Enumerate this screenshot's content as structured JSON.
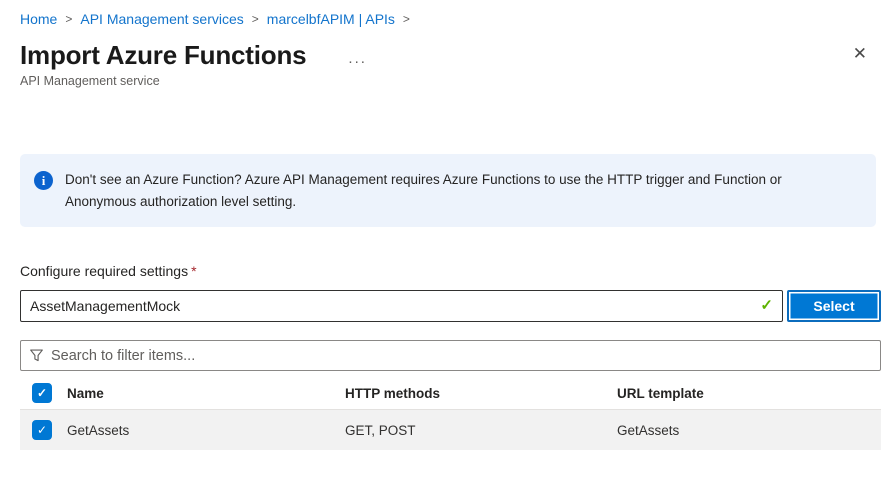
{
  "breadcrumb": {
    "separator": ">",
    "items": [
      {
        "label": "Home"
      },
      {
        "label": "API Management services"
      },
      {
        "label": "marcelbfAPIM | APIs"
      }
    ]
  },
  "header": {
    "title": "Import Azure Functions",
    "subtitle": "API Management service",
    "ellipsis": "...",
    "close_glyph": "✕"
  },
  "banner": {
    "icon_glyph": "i",
    "text": "Don't see an Azure Function? Azure API Management requires Azure Functions to use the HTTP trigger and Function or Anonymous authorization level setting."
  },
  "settings": {
    "label": "Configure required settings",
    "required_marker": "*",
    "value": "AssetManagementMock",
    "valid_glyph": "✓",
    "select_label": "Select"
  },
  "filter": {
    "placeholder": "Search to filter items..."
  },
  "table": {
    "columns": {
      "name": "Name",
      "http_methods": "HTTP methods",
      "url_template": "URL template"
    },
    "header_checked": true,
    "check_glyph": "✓",
    "rows": {
      "0": {
        "name": "GetAssets",
        "http_methods": "GET, POST",
        "url_template": "GetAssets",
        "checked": true
      }
    }
  },
  "colors": {
    "accent_blue": "#0078d4",
    "link_blue": "#1374cc",
    "banner_bg": "#edf3fc",
    "info_icon_blue": "#0c63ce",
    "valid_green": "#5db300",
    "required_red": "#a4262c",
    "row_gray": "#f2f2f2"
  }
}
